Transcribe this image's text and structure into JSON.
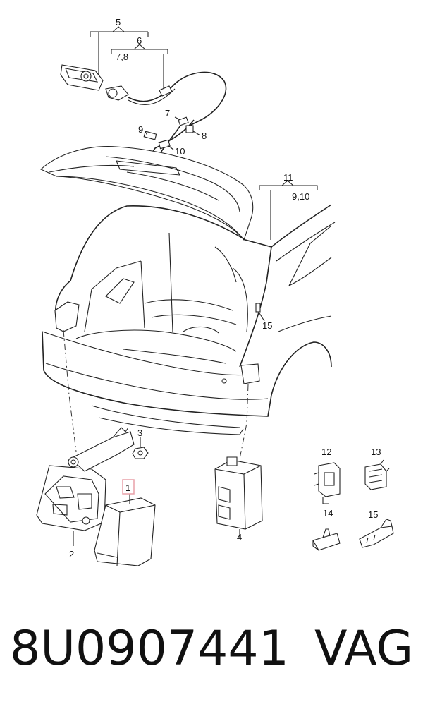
{
  "diagram": {
    "callouts": [
      {
        "id": "c5",
        "text": "5"
      },
      {
        "id": "c6",
        "text": "6"
      },
      {
        "id": "c78",
        "text": "7,8"
      },
      {
        "id": "c7",
        "text": "7"
      },
      {
        "id": "c8",
        "text": "8"
      },
      {
        "id": "c9",
        "text": "9"
      },
      {
        "id": "c10",
        "text": "10"
      },
      {
        "id": "c11",
        "text": "11"
      },
      {
        "id": "c910",
        "text": "9,10"
      },
      {
        "id": "c15a",
        "text": "15"
      },
      {
        "id": "c3",
        "text": "3"
      },
      {
        "id": "c1",
        "text": "1"
      },
      {
        "id": "c2",
        "text": "2"
      },
      {
        "id": "c4",
        "text": "4"
      },
      {
        "id": "c12",
        "text": "12"
      },
      {
        "id": "c13",
        "text": "13"
      },
      {
        "id": "c14",
        "text": "14"
      },
      {
        "id": "c15b",
        "text": "15"
      }
    ],
    "highlight_color": "#e8a0a8"
  },
  "footer": {
    "part_number": "8U0907441",
    "brand": "VAG"
  }
}
